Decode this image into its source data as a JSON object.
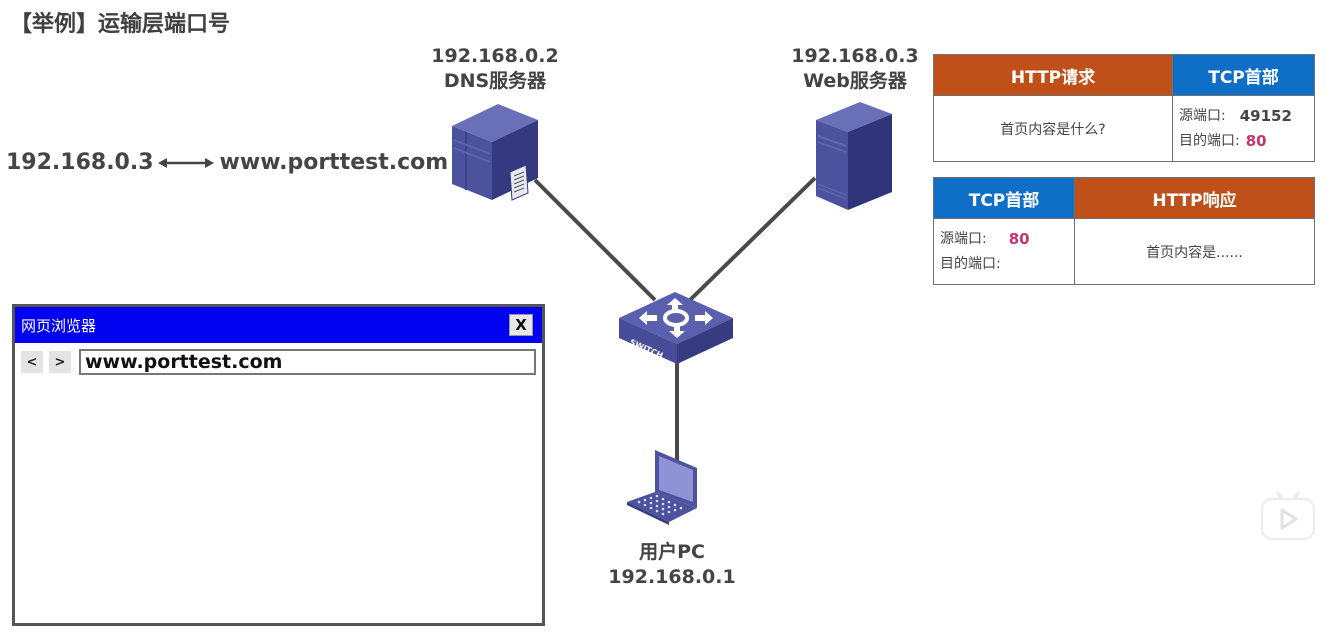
{
  "title": "【举例】运输层端口号",
  "dns_mapping": {
    "ip": "192.168.0.3",
    "domain": "www.porttest.com",
    "arrow_icon": "double-arrow-icon"
  },
  "nodes": {
    "dns_server": {
      "ip": "192.168.0.2",
      "name": "DNS服务器",
      "icon": "server-icon"
    },
    "web_server": {
      "ip": "192.168.0.3",
      "name": "Web服务器",
      "icon": "server-tower-icon"
    },
    "switch": {
      "label": "SWITCH",
      "icon": "switch-icon"
    },
    "user_pc": {
      "name": "用户PC",
      "ip": "192.168.0.1",
      "icon": "laptop-icon"
    }
  },
  "packets": {
    "request": {
      "payload_header": "HTTP请求",
      "payload_content": "首页内容是什么?",
      "tcp_header": "TCP首部",
      "src_port_label": "源端口:",
      "src_port": "49152",
      "dst_port_label": "目的端口:",
      "dst_port": "80"
    },
    "response": {
      "tcp_header": "TCP首部",
      "src_port_label": "源端口:",
      "src_port": "80",
      "dst_port_label": "目的端口:",
      "dst_port": "",
      "payload_header": "HTTP响应",
      "payload_content": "首页内容是......"
    }
  },
  "colors": {
    "http_header": "#c0501a",
    "tcp_header": "#0f6fc6",
    "port_highlight": "#c4366a",
    "browser_titlebar": "#0202f0",
    "device": "#4a4f9a",
    "link": "#4a4a4a"
  },
  "browser": {
    "title": "网页浏览器",
    "close_label": "X",
    "back_label": "<",
    "forward_label": ">",
    "url": "www.porttest.com"
  },
  "watermark": {
    "icon": "video-play-icon"
  }
}
